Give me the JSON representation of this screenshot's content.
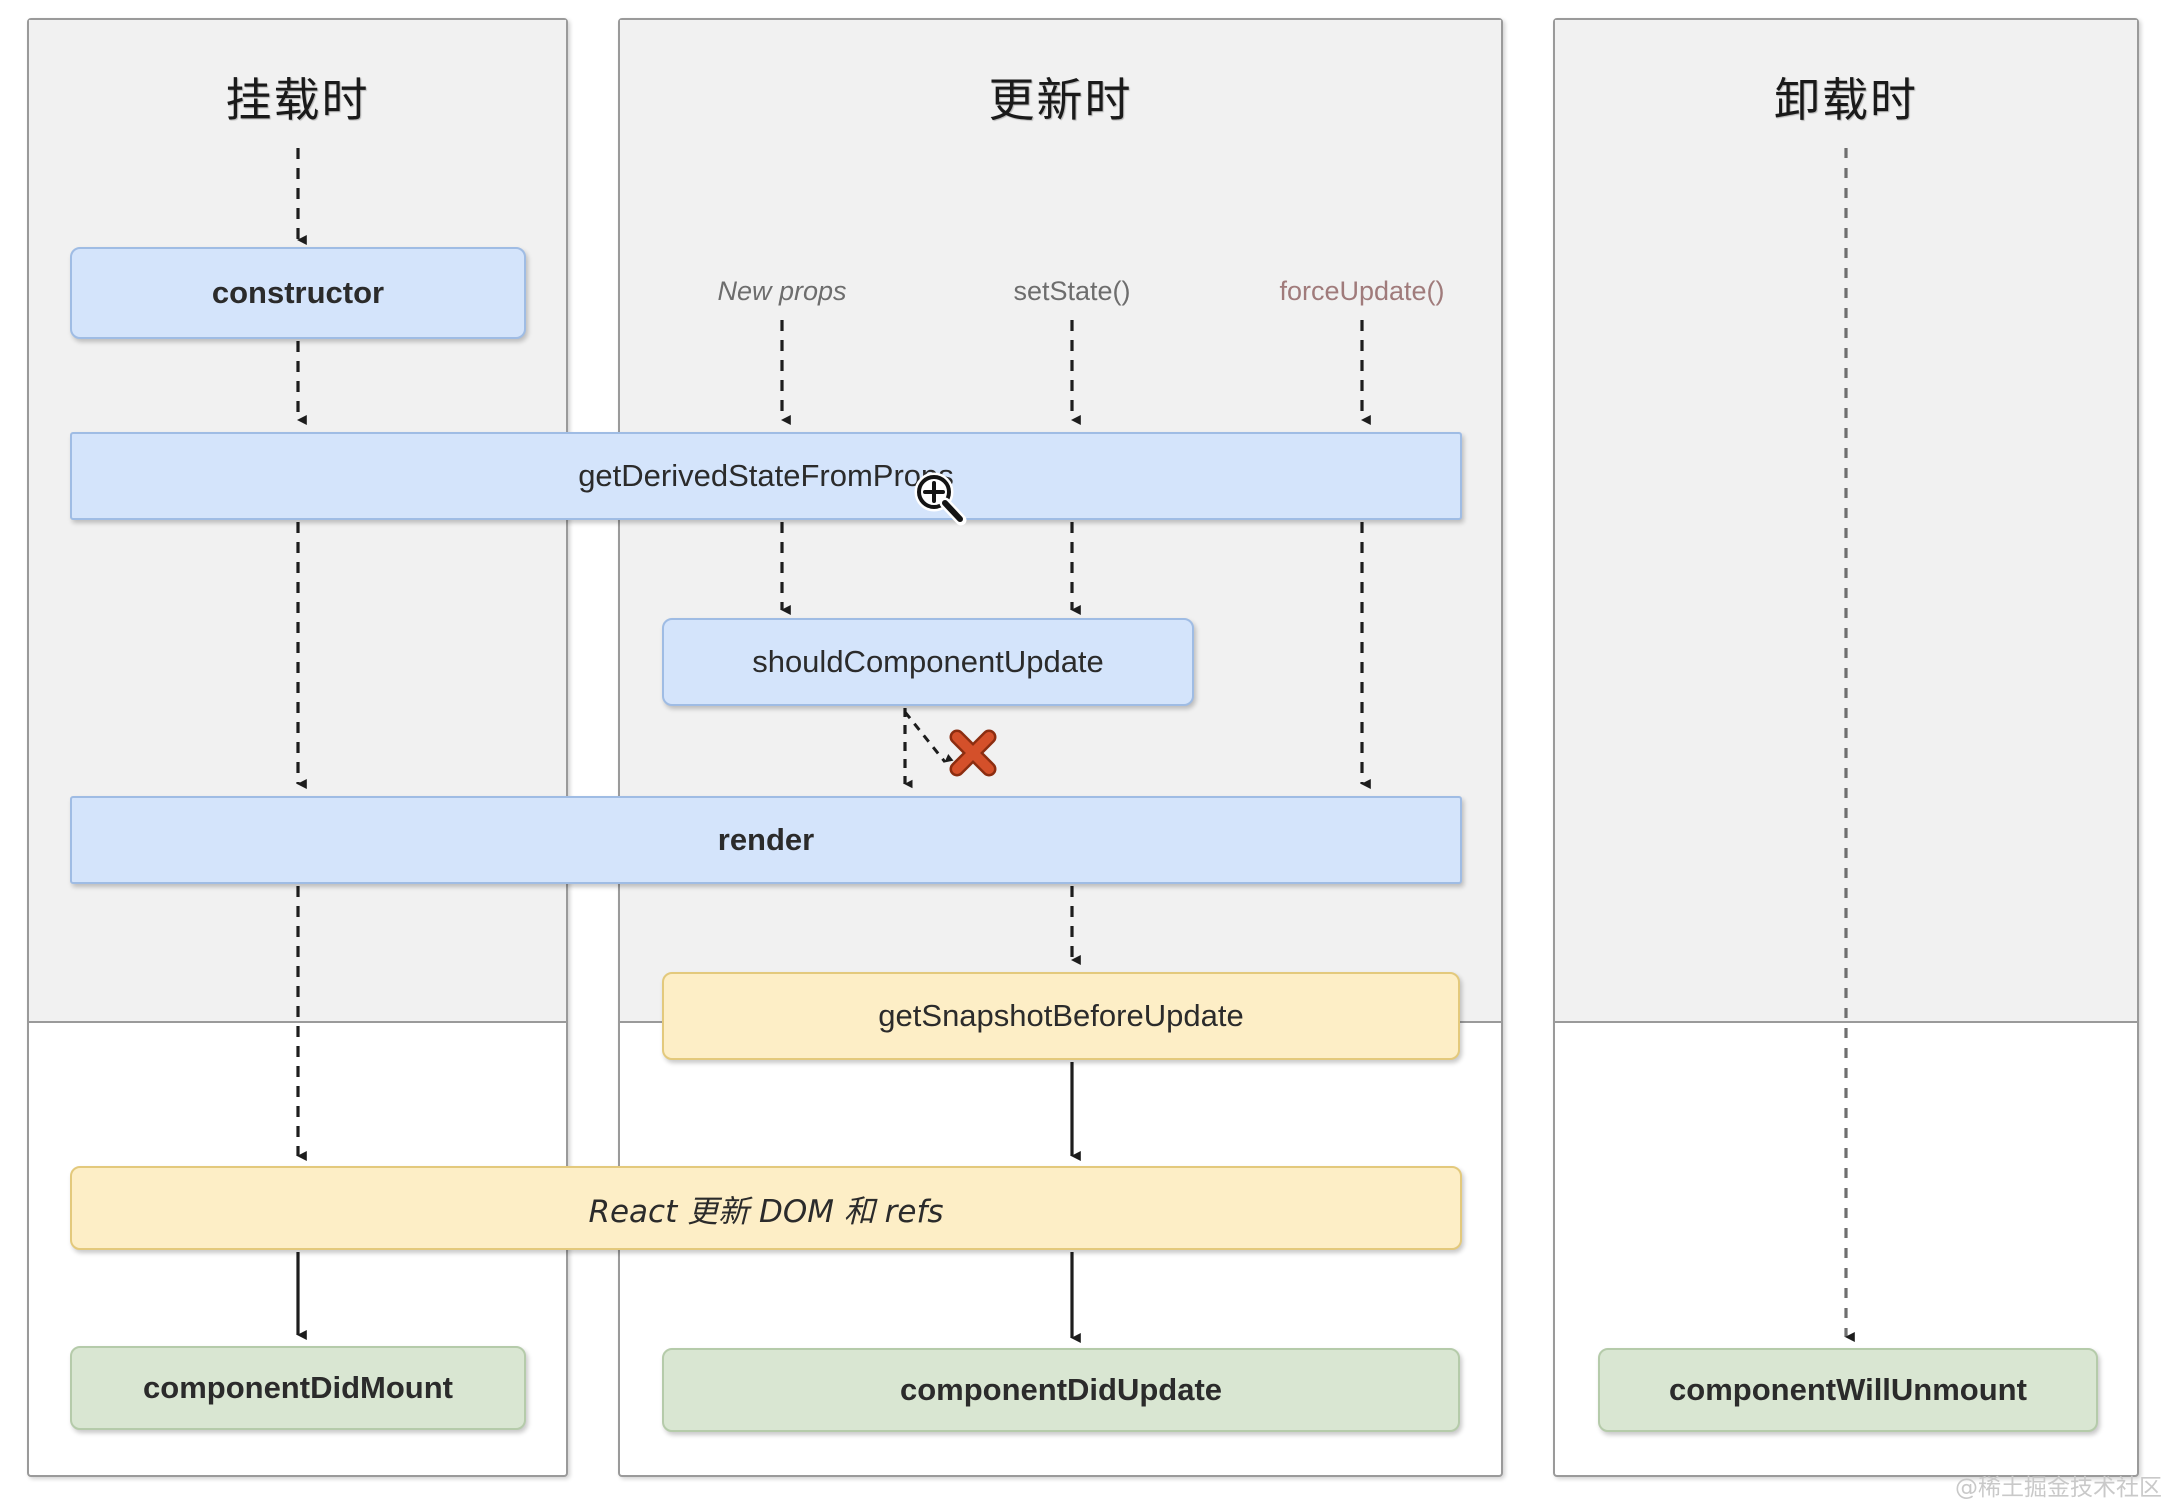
{
  "diagram": {
    "title_mount": "挂载时",
    "title_update": "更新时",
    "title_unmount": "卸载时",
    "watermark": "@稀土掘金技术社区",
    "colors": {
      "blue_fill": "#d4e4fb",
      "blue_border": "#9fbce4",
      "yellow_fill": "#fdeec6",
      "yellow_border": "#e3c97c",
      "green_fill": "#d9e6d2",
      "green_border": "#b5cbaa",
      "panel_shade": "#f1f1f1",
      "panel_border": "#9a9a9a",
      "trigger_text": "#6d6d6d",
      "trigger_rose": "#a07b7b",
      "x_mark": "#cc4a22"
    }
  },
  "triggers": {
    "new_props": "New props",
    "set_state": "setState()",
    "force_update": "forceUpdate()"
  },
  "nodes": {
    "constructor": "constructor",
    "get_derived_state_from_props": "getDerivedStateFromProps",
    "should_component_update": "shouldComponentUpdate",
    "render": "render",
    "get_snapshot_before_update": "getSnapshotBeforeUpdate",
    "react_updates_dom": "React 更新 DOM 和 refs",
    "component_did_mount": "componentDidMount",
    "component_did_update": "componentDidUpdate",
    "component_will_unmount": "componentWillUnmount"
  },
  "icons": {
    "cursor": "zoom-in-cursor",
    "abort": "red-x-icon"
  }
}
